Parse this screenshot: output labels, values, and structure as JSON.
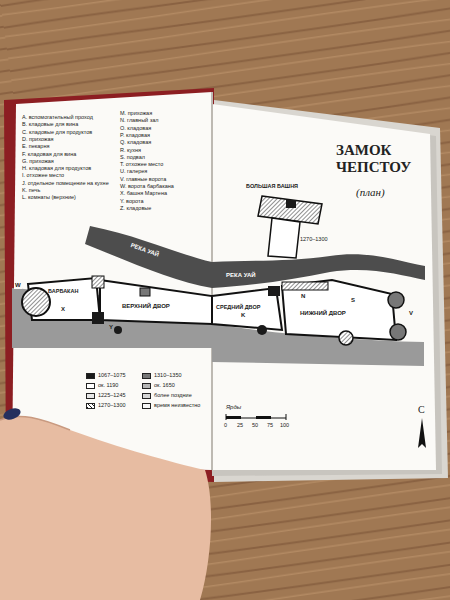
{
  "diagram": {
    "title": "ЗАМОК ЧЕПСТОУ",
    "labels": [
      "(план)",
      "A. вспомогательный проход",
      "B. кладовые для вина",
      "C. кладовые для продуктов",
      "D. прихожая",
      "E. пекарня",
      "F. кладовая для вина",
      "G. прихожая",
      "H. кладовая для продуктов",
      "I. отхожее место",
      "J. отдельное помещение на кухне",
      "K. печь",
      "L. комнаты (верхние)",
      "M. прихожая",
      "N. главный зал",
      "O. кладовая",
      "P. кладовая",
      "Q. кладовая",
      "R. кухня",
      "S. подвал",
      "T. отхожее место",
      "U. галерея",
      "V. главные ворота",
      "W. ворота барбакана",
      "X. башня Мартена",
      "Y. ворота",
      "Z. кладовые",
      "РЕКА УАЙ",
      "БАРБАКАН",
      "ВЕРХНИЙ ДВОР",
      "РЕКА УАЙ",
      "СРЕДНИЙ ДВОР",
      "НИЖНИЙ ДВОР",
      "БОЛЬШАЯ БАШНЯ",
      "1270–1300",
      "Ярды",
      "0",
      "25",
      "50",
      "75",
      "100",
      "С",
      "W",
      "X",
      "Y",
      "K",
      "N",
      "S",
      "V"
    ],
    "legend": [
      {
        "text": "1067–1075",
        "color": "#1a1a1a"
      },
      {
        "text": "ок. 1190",
        "color": "#ffffff"
      },
      {
        "text": "1225–1245",
        "color": "#e6e6e6"
      },
      {
        "text": "1270–1300"
      },
      {
        "text": "1310–1350",
        "color": "#777777"
      },
      {
        "text": "ок. 1650",
        "color": "#b5b5b5"
      },
      {
        "text": "более поздние",
        "color": "#d4d4d4"
      },
      {
        "text": "время неизвестно",
        "color": "#f7f7f7"
      }
    ]
  }
}
